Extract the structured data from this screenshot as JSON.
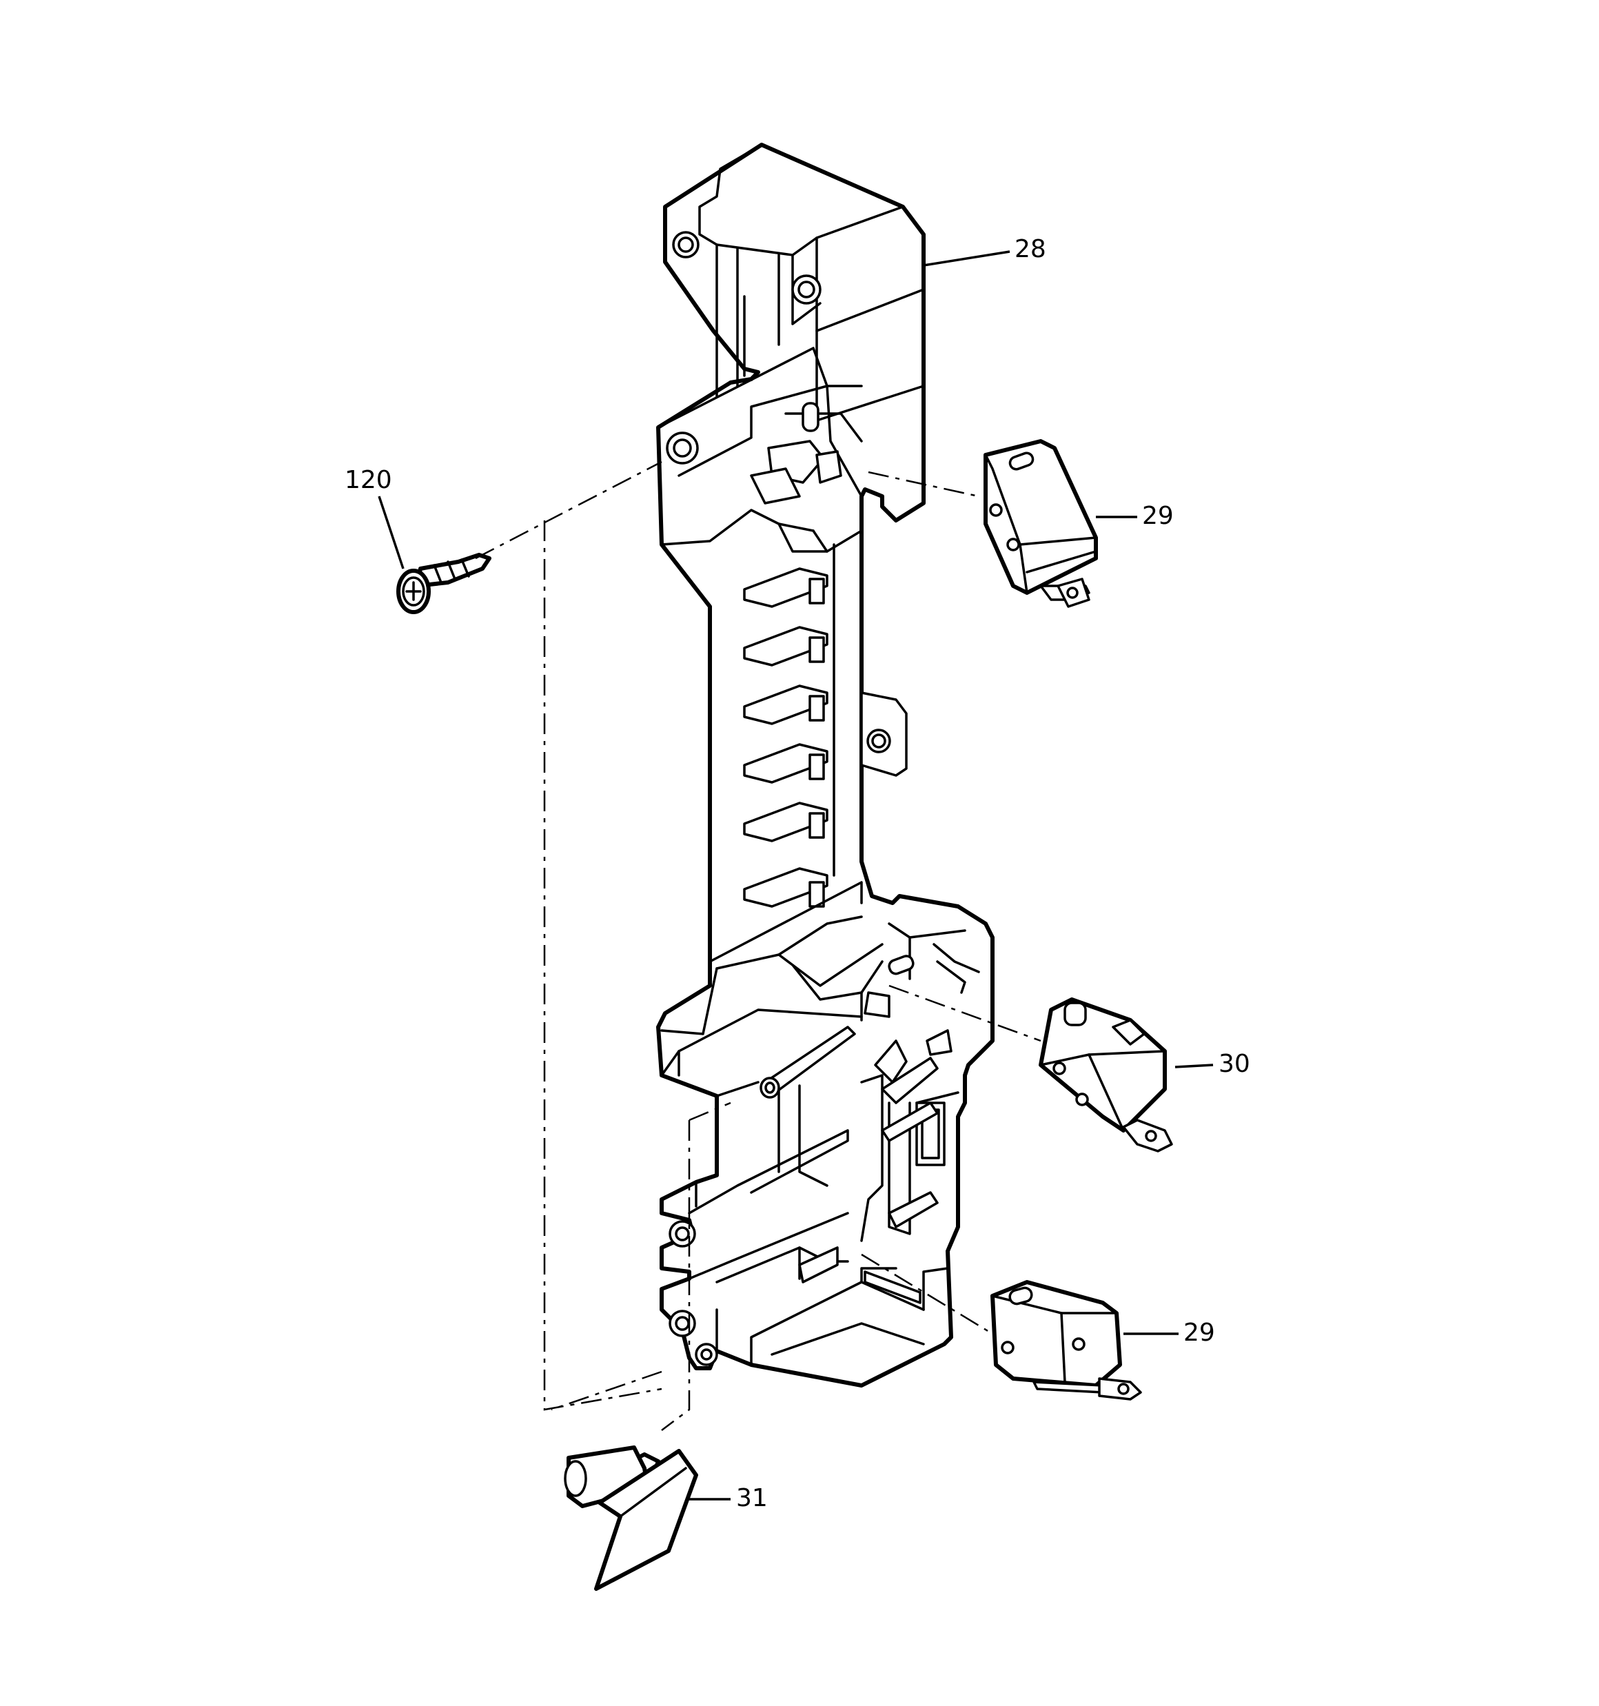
{
  "callouts": {
    "c28": "28",
    "c29a": "29",
    "c29b": "29",
    "c30": "30",
    "c31": "31",
    "c120": "120"
  },
  "colors": {
    "line": "#000000",
    "background": "#ffffff"
  }
}
